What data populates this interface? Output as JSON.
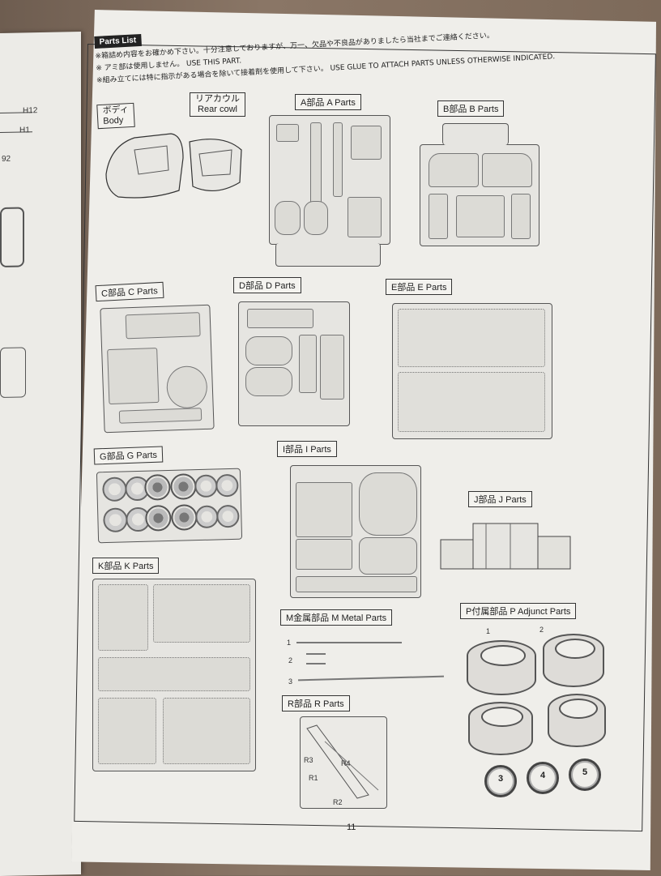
{
  "header": {
    "title": "Parts List",
    "line1": "※箱詰め内容をお確かめ下さい。十分注意しておりますが、万一、欠品や不良品がありましたら当社までご連絡ください。",
    "line2": "※        アミ部は使用しません。 USE THIS PART.",
    "line3": "※組み立てには特に指示がある場合を除いて接着剤を使用して下さい。 USE GLUE TO ATTACH PARTS UNLESS OTHERWISE INDICATED."
  },
  "left_page": {
    "h12": "H12",
    "h1": "H1",
    "n92": "92"
  },
  "sections": {
    "body": "ボディ\nBody",
    "rear_cowl": "リアカウル\nRear cowl",
    "a": "A部品  A Parts",
    "b": "B部品  B Parts",
    "c": "C部品  C Parts",
    "d": "D部品  D Parts",
    "e": "E部品  E Parts",
    "g": "G部品  G Parts",
    "i": "I部品  I Parts",
    "j": "J部品  J Parts",
    "k": "K部品  K Parts",
    "m": "M金属部品  M Metal Parts",
    "r": "R部品  R Parts",
    "p": "P付属部品  P Adjunct Parts"
  },
  "metal_parts": [
    "1",
    "2",
    "3"
  ],
  "r_parts": [
    "R1",
    "R2",
    "R3",
    "R4"
  ],
  "adjunct_parts": [
    "1",
    "2"
  ],
  "badges": [
    "3",
    "4",
    "5"
  ],
  "page_number": "11"
}
